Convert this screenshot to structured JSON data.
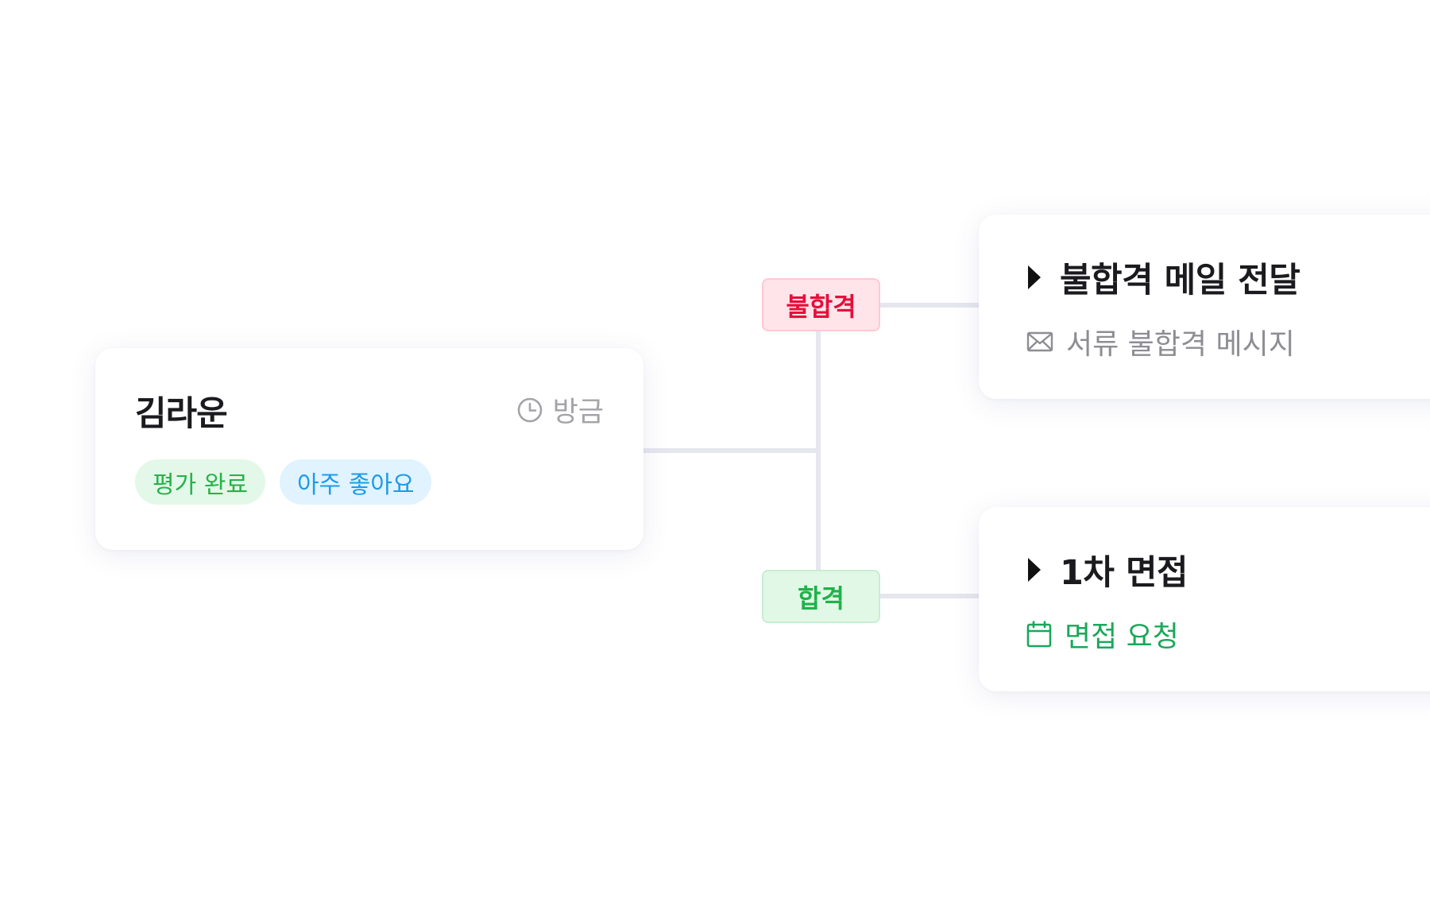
{
  "candidate": {
    "name": "김라운",
    "time": "방금",
    "tags": [
      {
        "label": "평가 완료",
        "bg": "#e3f8e8",
        "color": "#25b24b"
      },
      {
        "label": "아주 좋아요",
        "bg": "#e0f3ff",
        "color": "#1e9be8"
      }
    ]
  },
  "branches": {
    "fail": {
      "badge": "불합격",
      "title": "불합격 메일 전달",
      "sub": "서류 불합격 메시지",
      "sub_icon": "mail-icon",
      "sub_color": "#8d8d93"
    },
    "pass": {
      "badge": "합격",
      "title": "1차 면접",
      "sub": "면접 요청",
      "sub_icon": "calendar-icon",
      "sub_color": "#1aa85a"
    }
  },
  "colors": {
    "connector": "#e6e6ef",
    "fail": "#e50f3b",
    "pass": "#1fb24a"
  }
}
